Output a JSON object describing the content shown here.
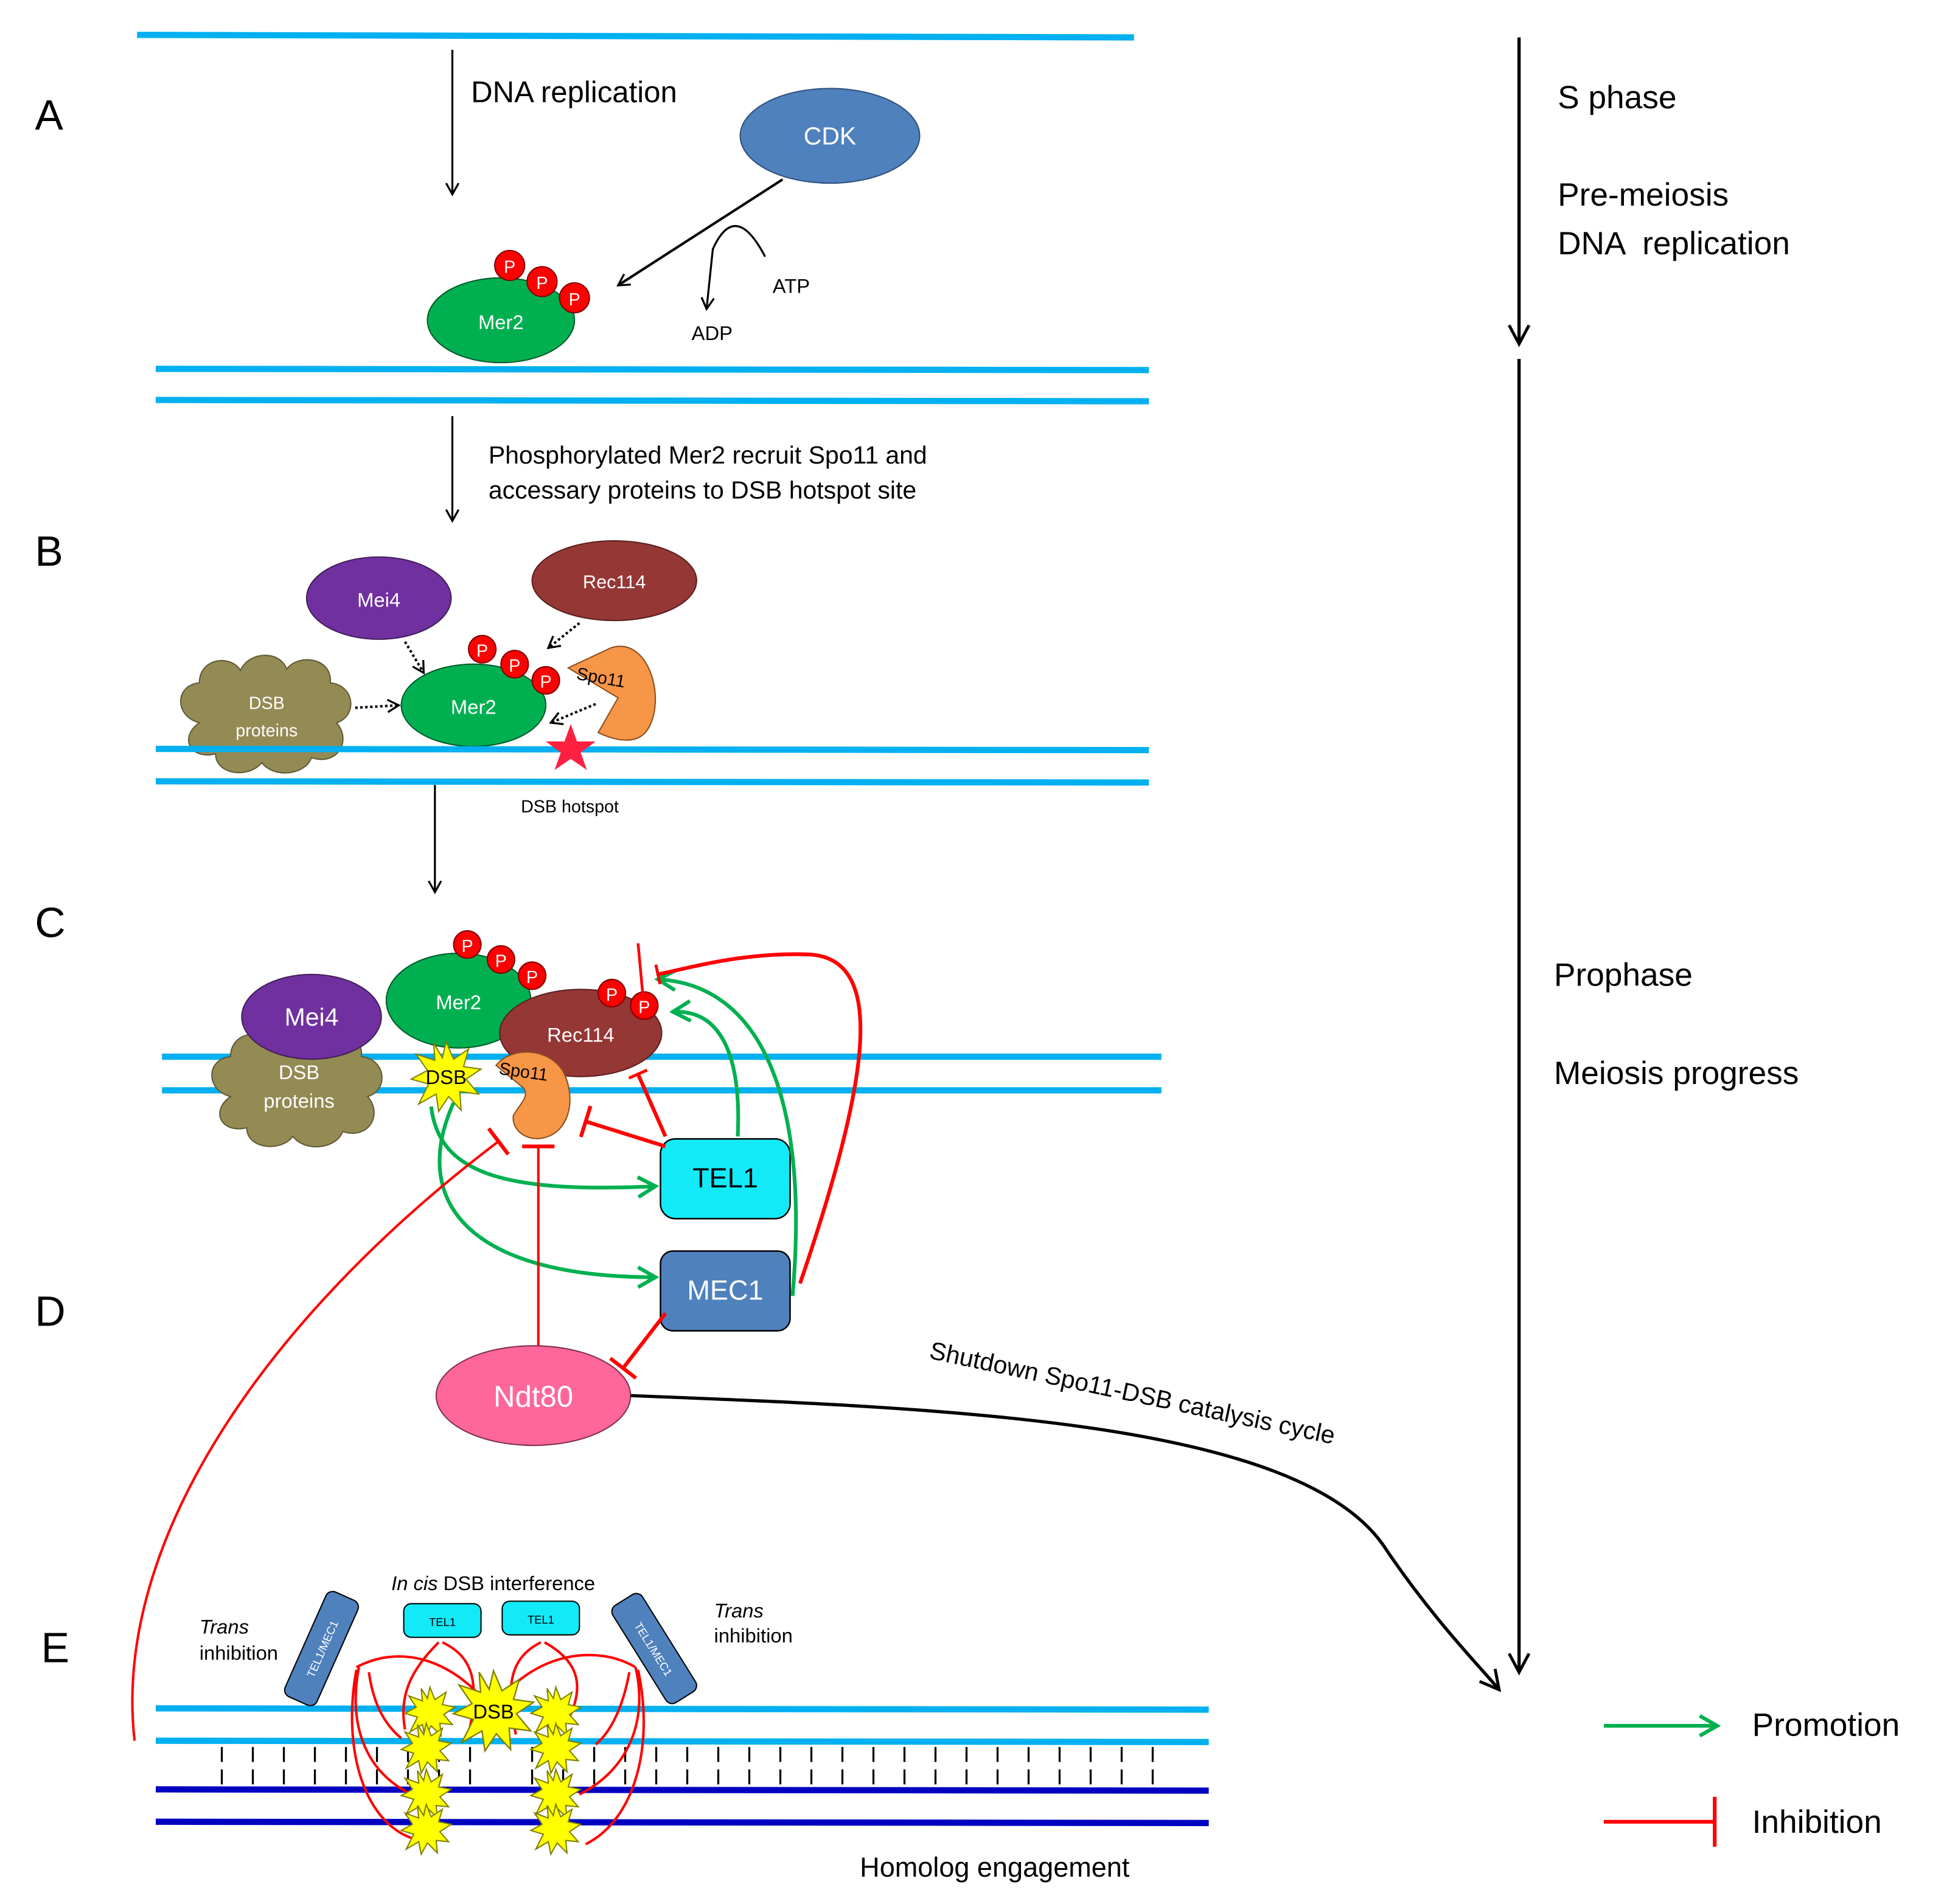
{
  "figure": {
    "panel_labels": [
      "A",
      "B",
      "C",
      "D",
      "E"
    ],
    "colors": {
      "dna_strand": "#00b0f0",
      "homolog_strand": "#0000c0",
      "promotion": "#00b050",
      "inhibition": "#ff0000",
      "cdk": "#4f81bd",
      "mer2": "#00b050",
      "phosphate": "#ff0000",
      "mei4": "#7030a0",
      "rec114": "#953735",
      "spo11": "#f79646",
      "dsb_proteins": "#948a54",
      "dsb_burst": "#ffff00",
      "tel1": "#13eaf7",
      "mec1": "#4f81bd",
      "ndt80": "#ff6699",
      "hotspot_star": "#ff2040"
    },
    "panel_a": {
      "arrow_label": "DNA replication",
      "cdk": "CDK",
      "mer2": "Mer2",
      "phosphate": "P",
      "atp": "ATP",
      "adp": "ADP"
    },
    "panel_b": {
      "arrow_label_line1": "Phosphorylated Mer2 recruit Spo11 and",
      "arrow_label_line2": "accessary proteins  to DSB hotspot site",
      "mei4": "Mei4",
      "rec114": "Rec114",
      "mer2": "Mer2",
      "spo11": "Spo11",
      "dsb_proteins_line1": "DSB",
      "dsb_proteins_line2": "proteins",
      "hotspot": "DSB hotspot",
      "phosphate": "P"
    },
    "panel_c": {
      "mei4": "Mei4",
      "mer2": "Mer2",
      "rec114": "Rec114",
      "spo11": "Spo11",
      "dsb": "DSB",
      "dsb_proteins_line1": "DSB",
      "dsb_proteins_line2": "proteins",
      "phosphate": "P"
    },
    "panel_d": {
      "tel1": "TEL1",
      "mec1": "MEC1",
      "ndt80": "Ndt80",
      "shutdown": "Shutdown Spo11-DSB catalysis cycle"
    },
    "panel_e": {
      "in_cis_italic": "In cis",
      "in_cis_rest": " DSB interference",
      "tel1": "TEL1",
      "tel1_mec1": "TEL1/MEC1",
      "trans": "Trans",
      "inhibition": "inhibition",
      "dsb": "DSB",
      "homolog": "Homolog engagement"
    },
    "timeline": {
      "s_phase": "S phase",
      "pre_meiosis_line1": "Pre-meiosis",
      "pre_meiosis_line2": "DNA  replication",
      "prophase": "Prophase",
      "meiosis_progress": "Meiosis progress"
    },
    "legend": {
      "promotion": "Promotion",
      "inhibition": "Inhibition"
    }
  }
}
